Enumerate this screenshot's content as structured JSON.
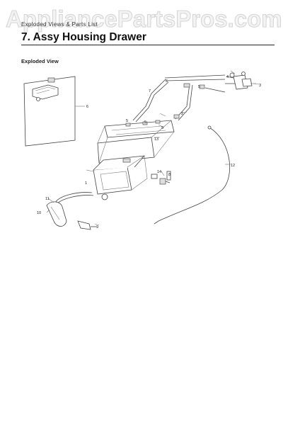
{
  "watermark": {
    "text": "AppliancePartsPros.com"
  },
  "header": {
    "running_head": "Exploded Views & Parts List",
    "section_title": "7.  Assy Housing Drawer"
  },
  "figure": {
    "label": "Exploded View",
    "callouts": [
      {
        "id": "c1",
        "text": "1"
      },
      {
        "id": "c2",
        "text": "2"
      },
      {
        "id": "c3",
        "text": "3"
      },
      {
        "id": "c4",
        "text": "4"
      },
      {
        "id": "c5a",
        "text": "5"
      },
      {
        "id": "c5b",
        "text": "5"
      },
      {
        "id": "c5c",
        "text": "5"
      },
      {
        "id": "c5d",
        "text": "5"
      },
      {
        "id": "c5e",
        "text": "5"
      },
      {
        "id": "c6",
        "text": "6"
      },
      {
        "id": "c7",
        "text": "7"
      },
      {
        "id": "c8",
        "text": "8"
      },
      {
        "id": "c9",
        "text": "9"
      },
      {
        "id": "c10",
        "text": "10"
      },
      {
        "id": "c11",
        "text": "11"
      },
      {
        "id": "c12",
        "text": "12"
      },
      {
        "id": "c13",
        "text": "13"
      },
      {
        "id": "c14",
        "text": "14"
      }
    ]
  }
}
